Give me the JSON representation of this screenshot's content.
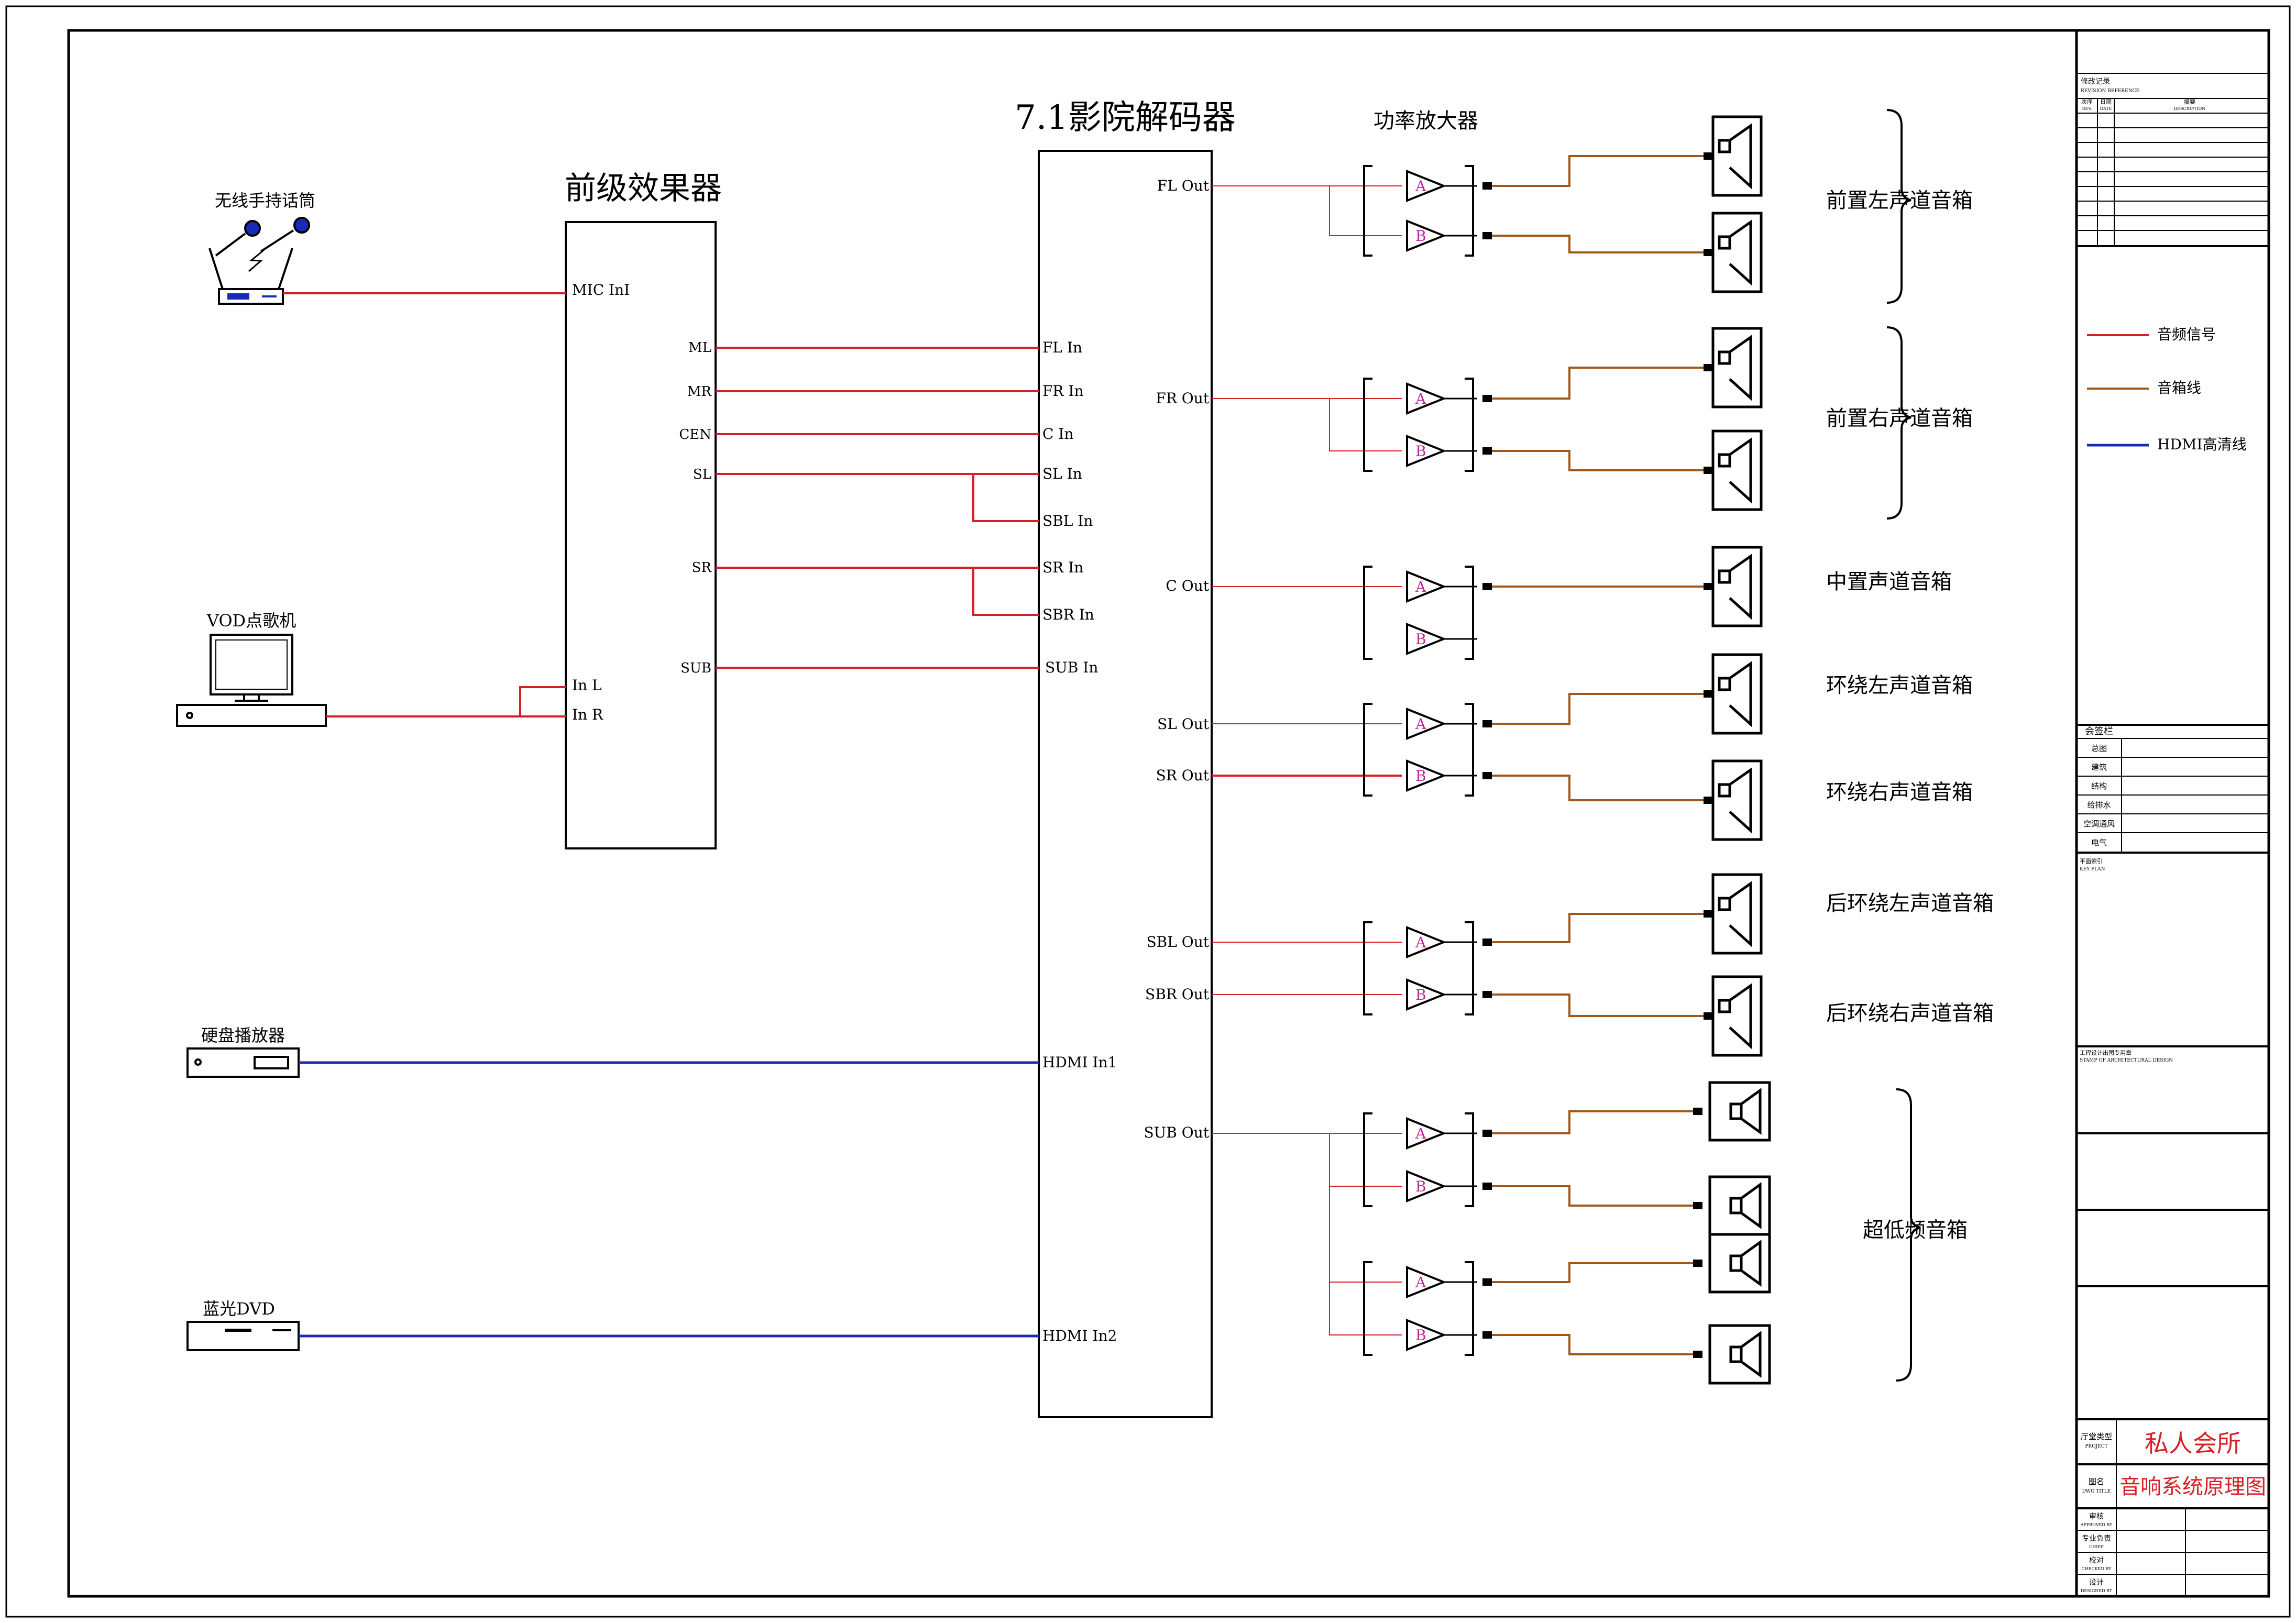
{
  "titles": {
    "preamp": "前级效果器",
    "decoder": "7.1影院解码器",
    "amplifier": "功率放大器"
  },
  "sources": {
    "wireless_mic": "无线手持话筒",
    "vod": "VOD点歌机",
    "hdd_player": "硬盘播放器",
    "bluray": "蓝光DVD"
  },
  "preamp_ports": {
    "mic_in": "MIC InI",
    "in_l": "In L",
    "in_r": "In R",
    "ml": "ML",
    "mr": "MR",
    "cen": "CEN",
    "sl": "SL",
    "sr": "SR",
    "sub": "SUB"
  },
  "decoder_inputs": {
    "fl_in": "FL In",
    "fr_in": "FR In",
    "c_in": "C In",
    "sl_in": "SL In",
    "sbl_in": "SBL In",
    "sr_in": "SR In",
    "sbr_in": "SBR In",
    "sub_in": "SUB In",
    "hdmi_in1": "HDMI In1",
    "hdmi_in2": "HDMI In2"
  },
  "decoder_outputs": {
    "fl_out": "FL Out",
    "fr_out": "FR Out",
    "c_out": "C Out",
    "sl_out": "SL Out",
    "sr_out": "SR Out",
    "sbl_out": "SBL Out",
    "sbr_out": "SBR Out",
    "sub_out": "SUB Out"
  },
  "amp_channels": {
    "a": "A",
    "b": "B"
  },
  "speaker_groups": {
    "front_left": "前置左声道音箱",
    "front_right": "前置右声道音箱",
    "center": "中置声道音箱",
    "surround_left": "环绕左声道音箱",
    "surround_right": "环绕右声道音箱",
    "rear_left": "后环绕左声道音箱",
    "rear_right": "后环绕右声道音箱",
    "subwoofer": "超低频音箱"
  },
  "legend": {
    "audio_signal": "音频信号",
    "speaker_cable": "音箱线",
    "hdmi_cable": "HDMI高清线",
    "audio_color": "#d61f26",
    "speaker_color": "#a0581a",
    "hdmi_color": "#1a2ab8"
  },
  "title_block": {
    "revision_cn": "修改记录",
    "revision_en": "REVISION REFERENCE",
    "rev_no_cn": "次序",
    "rev_no_en": "REV.",
    "date_cn": "日期",
    "date_en": "DATE",
    "desc_cn": "摘要",
    "desc_en": "DESCRIPTION",
    "sign_header": "会签栏",
    "disciplines": [
      "总图",
      "建筑",
      "结构",
      "给排水",
      "空调通风",
      "电气"
    ],
    "key_plan_cn": "平面索引",
    "key_plan_en": "KEY PLAN",
    "stamp_cn": "工程设计出图专用章",
    "stamp_en": "STAMP OF ARCHITECTURAL DESIGN",
    "project_label_cn": "厅堂类型",
    "project_label_en": "PROJECT",
    "project_value": "私人会所",
    "dwg_label_cn": "图名",
    "dwg_label_en": "DWG TITLE",
    "dwg_value": "音响系统原理图",
    "approved_cn": "审核",
    "approved_en": "APPROVED BY",
    "chief_cn": "专业负责",
    "chief_en": "CHIEF",
    "checked_cn": "校对",
    "checked_en": "CHECKED BY",
    "designed_cn": "设计",
    "designed_en": "DESIGNED BY"
  }
}
